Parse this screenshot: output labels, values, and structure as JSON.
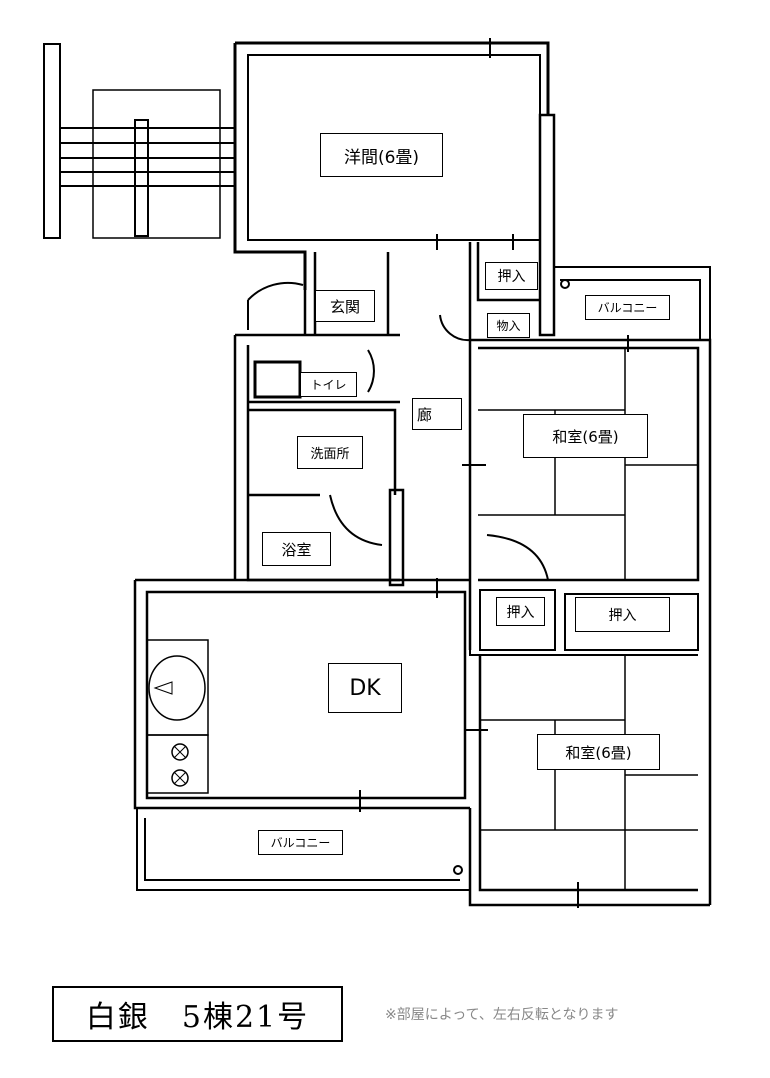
{
  "rooms": {
    "western": "洋間(6畳)",
    "entrance": "玄関",
    "closet_top": "押入",
    "storage": "物入",
    "balcony_top": "バルコニー",
    "toilet": "トイレ",
    "hallway": "廊",
    "washroom": "洗面所",
    "bath": "浴室",
    "japanese_1": "和室(6畳)",
    "closet_mid_left": "押入",
    "closet_mid_right": "押入",
    "dk": "DK",
    "japanese_2": "和室(6畳)",
    "balcony_bottom": "バルコニー"
  },
  "footer": {
    "title": "白銀　5棟21号",
    "note": "※部屋によって、左右反転となります"
  }
}
